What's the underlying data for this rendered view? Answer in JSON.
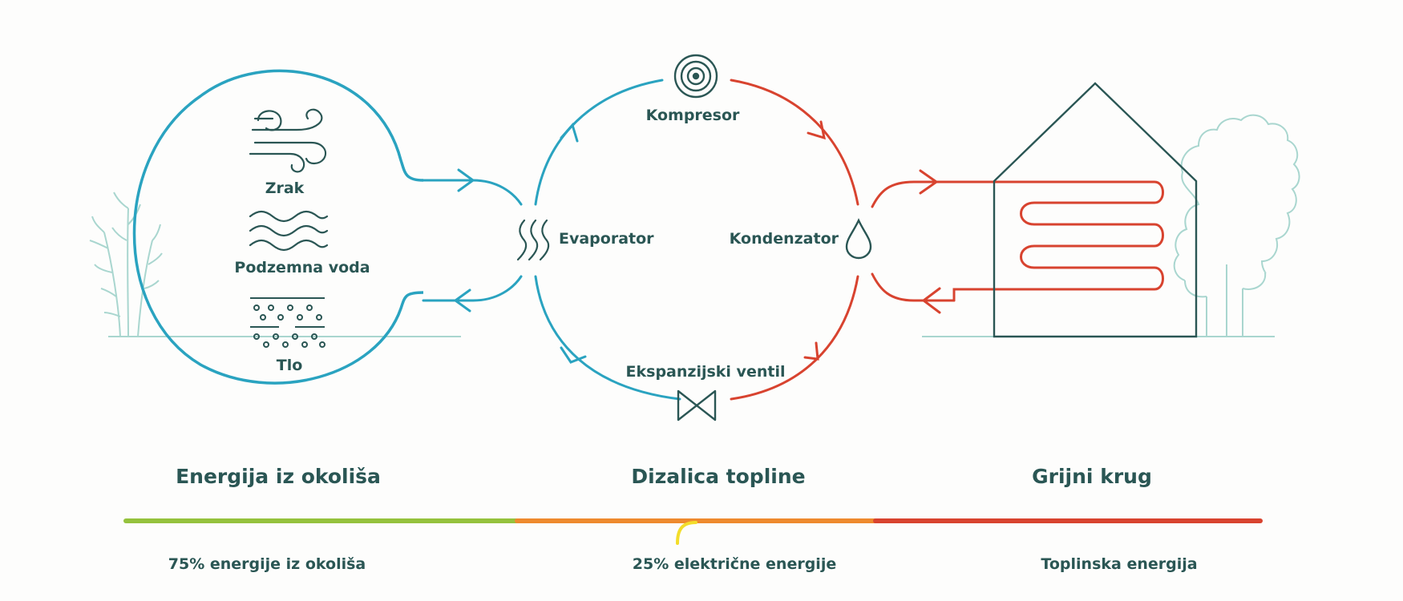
{
  "labels": {
    "air": "Zrak",
    "groundwater": "Podzemna voda",
    "ground": "Tlo",
    "compressor": "Kompresor",
    "evaporator": "Evaporator",
    "condenser": "Kondenzator",
    "expansion_valve": "Ekspanzijski ventil"
  },
  "sections": [
    {
      "title": "Energija iz okoliša",
      "caption": "75% energije iz okoliša"
    },
    {
      "title": "Dizalica topline",
      "caption": "25% električne energije"
    },
    {
      "title": "Grijni krug",
      "caption": "Toplinska energija"
    }
  ],
  "colors": {
    "cold": "#2aa3c0",
    "hot": "#d8432f",
    "dark": "#2a5654",
    "green": "#95c23d",
    "orange": "#ee8a2e",
    "yellow": "#f3dd2a",
    "vegetation": "#a9d6cf"
  },
  "icons": [
    "wind-icon",
    "water-waves-icon",
    "ground-icon",
    "compressor-icon",
    "evaporator-icon",
    "droplet-icon",
    "valve-icon",
    "house-icon",
    "tree-icon",
    "plant-icon"
  ]
}
